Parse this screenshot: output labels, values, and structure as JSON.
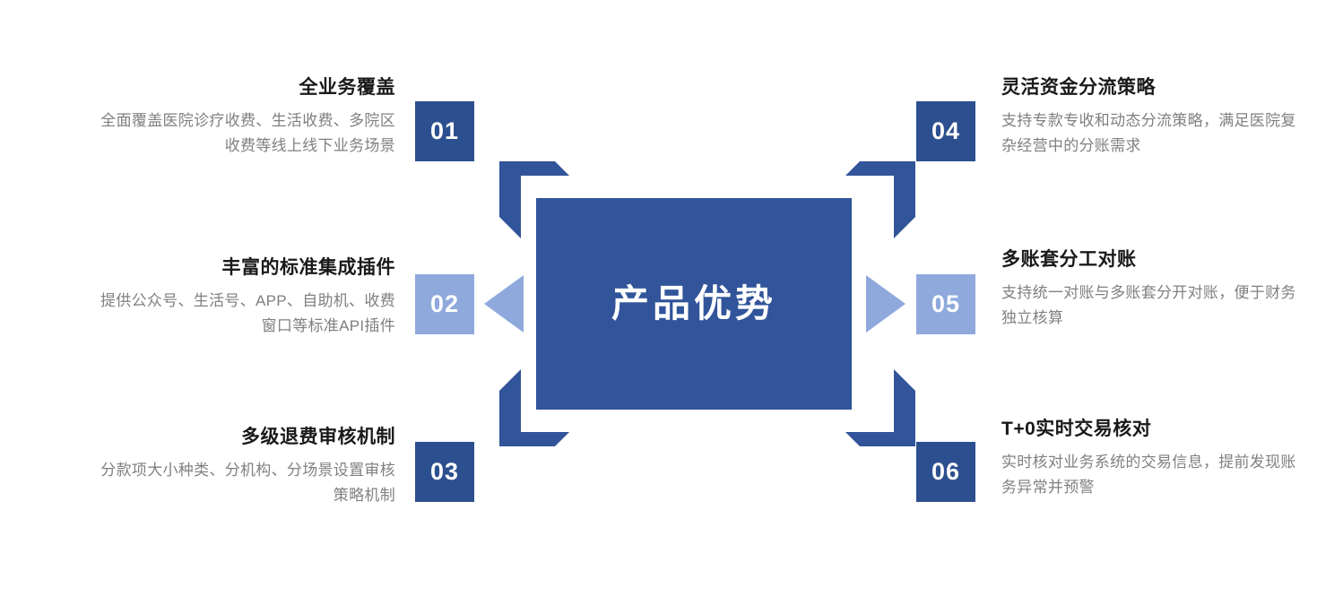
{
  "center": {
    "title": "产品优势"
  },
  "colors": {
    "primary_dark_blue": "#31549a",
    "chip_dark_blue": "#2c4f8f",
    "light_blue": "#8fa9dc",
    "title_text": "#1a1a1a",
    "body_text": "#808080",
    "background": "#ffffff"
  },
  "items": [
    {
      "number": "01",
      "title": "全业务覆盖",
      "desc": "全面覆盖医院诊疗收费、生活收费、多院区收费等线上线下业务场景",
      "side": "left",
      "chip_style": "dark"
    },
    {
      "number": "02",
      "title": "丰富的标准集成插件",
      "desc": "提供公众号、生活号、APP、自助机、收费窗口等标准API插件",
      "side": "left",
      "chip_style": "light"
    },
    {
      "number": "03",
      "title": "多级退费审核机制",
      "desc": "分款项大小种类、分机构、分场景设置审核策略机制",
      "side": "left",
      "chip_style": "dark"
    },
    {
      "number": "04",
      "title": "灵活资金分流策略",
      "desc": "支持专款专收和动态分流策略，满足医院复杂经营中的分账需求",
      "side": "right",
      "chip_style": "dark"
    },
    {
      "number": "05",
      "title": "多账套分工对账",
      "desc": "支持统一对账与多账套分开对账，便于财务独立核算",
      "side": "right",
      "chip_style": "light"
    },
    {
      "number": "06",
      "title": "T+0实时交易核对",
      "desc": "实时核对业务系统的交易信息，提前发现账务异常并预警",
      "side": "right",
      "chip_style": "dark"
    }
  ],
  "arrows": {
    "top_left": "elbow-arrow-up-left",
    "top_right": "elbow-arrow-up-right",
    "bottom_left": "elbow-arrow-down-left",
    "bottom_right": "elbow-arrow-down-right",
    "left": "triangle-arrow-left",
    "right": "triangle-arrow-right"
  }
}
